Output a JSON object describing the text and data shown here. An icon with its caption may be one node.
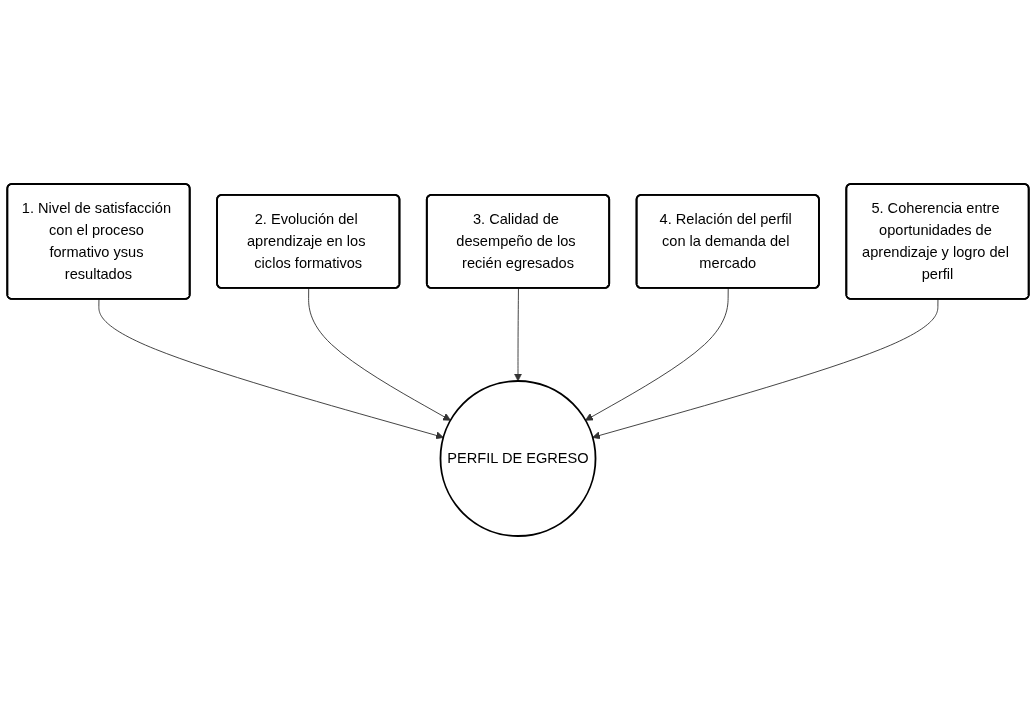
{
  "diagram": {
    "nodes": [
      {
        "text": [
          "1. Nivel de satisfacción con el proceso formativo ysus resultados"
        ]
      },
      {
        "text": [
          "2. Evolución del aprendizaje en los ciclos formativos"
        ]
      },
      {
        "text": [
          "3. Calidad de desempeño de los recién egresados"
        ]
      },
      {
        "text": [
          "4. Relación del perfil con la demanda del mercado"
        ]
      },
      {
        "text": [
          "5. Coherencia entre oportunidades de aprendizaje y logro del perfil"
        ]
      },
      {
        "text": [
          "PERFIL DE EGRESO"
        ]
      }
    ],
    "edges": [
      {
        "from": 0,
        "to": 5,
        "arrow": "to"
      },
      {
        "from": 1,
        "to": 5,
        "arrow": "to"
      },
      {
        "from": 2,
        "to": 5,
        "arrow": "to"
      },
      {
        "from": 3,
        "to": 5,
        "arrow": "to"
      },
      {
        "from": 4,
        "to": 5,
        "arrow": "to"
      }
    ]
  }
}
